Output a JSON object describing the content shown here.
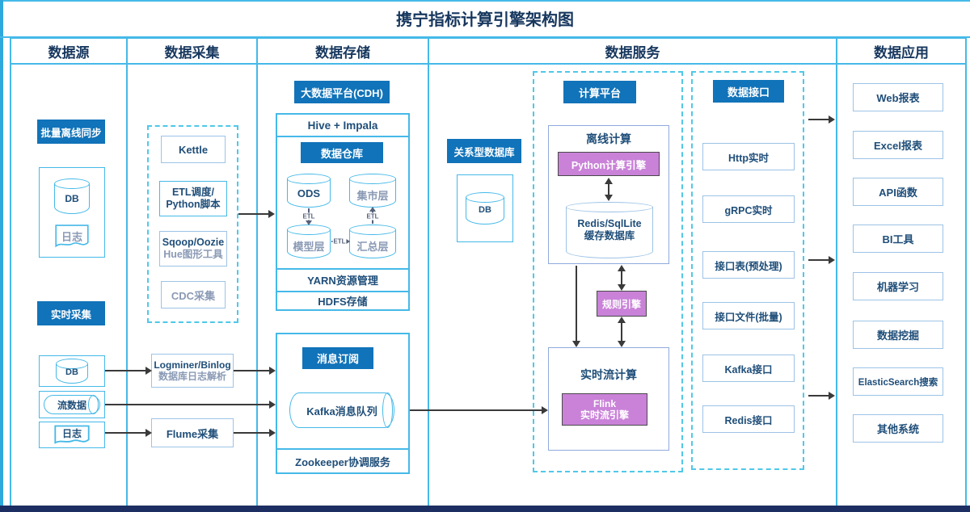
{
  "title": "携宁指标计算引擎架构图",
  "headers": {
    "source": "数据源",
    "collect": "数据采集",
    "storage": "数据存储",
    "service": "数据服务",
    "apps": "数据应用"
  },
  "source": {
    "batch_badge": "批量离线同步",
    "batch_db": "DB",
    "batch_log": "日志",
    "realtime_badge": "实时采集",
    "rt_db": "DB",
    "rt_stream": "流数据",
    "rt_log": "日志"
  },
  "collect": {
    "kettle": "Kettle",
    "etl_line1": "ETL调度/",
    "etl_line2": "Python脚本",
    "sqoop_line1": "Sqoop/Oozie",
    "sqoop_line2": "Hue图形工具",
    "cdc": "CDC采集",
    "logminer_line1": "Logminer/Binlog",
    "logminer_line2": "数据库日志解析",
    "flume": "Flume采集"
  },
  "storage": {
    "cdh_badge": "大数据平台(CDH)",
    "hive_impala": "Hive + Impala",
    "warehouse_badge": "数据仓库",
    "ods": "ODS",
    "mart": "集市层",
    "model": "模型层",
    "summary": "汇总层",
    "etl": "ETL",
    "yarn": "YARN资源管理",
    "hdfs": "HDFS存储",
    "subscribe_badge": "消息订阅",
    "kafka": "Kafka消息队列",
    "zookeeper": "Zookeeper协调服务"
  },
  "service": {
    "rdb_badge": "关系型数据库",
    "rdb_db": "DB",
    "compute_badge": "计算平台",
    "offline_title": "离线计算",
    "python_engine": "Python计算引擎",
    "cache_line1": "Redis/SqlLite",
    "cache_line2": "缓存数据库",
    "rule_engine": "规则引擎",
    "stream_title": "实时流计算",
    "flink_line1": "Flink",
    "flink_line2": "实时流引擎",
    "interface_badge": "数据接口",
    "interfaces": [
      "Http实时",
      "gRPC实时",
      "接口表(预处理)",
      "接口文件(批量)",
      "Kafka接口",
      "Redis接口"
    ]
  },
  "apps": [
    "Web报表",
    "Excel报表",
    "API函数",
    "BI工具",
    "机器学习",
    "数据挖掘",
    "ElasticSearch搜索",
    "其他系统"
  ],
  "colors": {
    "badge_blue": "#1173B9",
    "bright_blue": "#45B9E8",
    "steel_blue": "#9DC3E6",
    "purple": "#C982D8",
    "navy_text": "#1F4E79",
    "bottom_bar": "#1D2E63"
  }
}
